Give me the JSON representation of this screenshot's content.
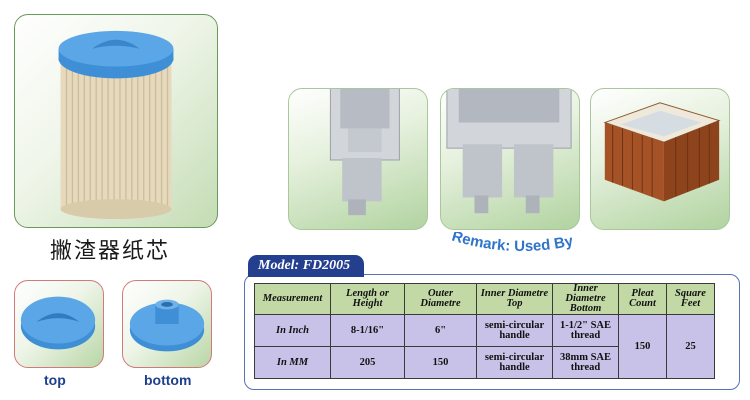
{
  "product": {
    "name_cn": "撇渣器纸芯",
    "top_label": "top",
    "bottom_label": "bottom"
  },
  "remark": "Remark: Used By",
  "model": {
    "label": "Model: FD2005"
  },
  "spec_table": {
    "headers": [
      "Measurement",
      "Length or Height",
      "Outer Diametre",
      "Inner Diametre Top",
      "Inner Diametre Bottom",
      "Pleat Count",
      "Square Feet"
    ],
    "rows": [
      {
        "measurement": "In Inch",
        "length": "8-1/16\"",
        "outer": "6\"",
        "inner_top": "semi-circular handle",
        "inner_bottom": "1-1/2\" SAE thread"
      },
      {
        "measurement": "In MM",
        "length": "205",
        "outer": "150",
        "inner_top": "semi-circular handle",
        "inner_bottom": "38mm SAE thread"
      }
    ],
    "pleat_count": "150",
    "square_feet": "25"
  },
  "colors": {
    "filter_blue": "#3f8fd6",
    "pleat_beige": "#e8dcc0",
    "header_green": "#c2d9a6",
    "cell_lavender": "#c8c2e9",
    "model_navy": "#243f8e",
    "remark_blue": "#2e74c8",
    "skimmer_gray": "#c9ccd2",
    "spa_wood": "#a55326"
  },
  "images": {
    "main": "filter-cartridge-photo",
    "top": "filter-top-cap-photo",
    "bottom": "filter-bottom-cap-photo",
    "skimmer1": "single-skimmer-photo",
    "skimmer2": "double-skimmer-photo",
    "spa": "hot-tub-photo"
  }
}
